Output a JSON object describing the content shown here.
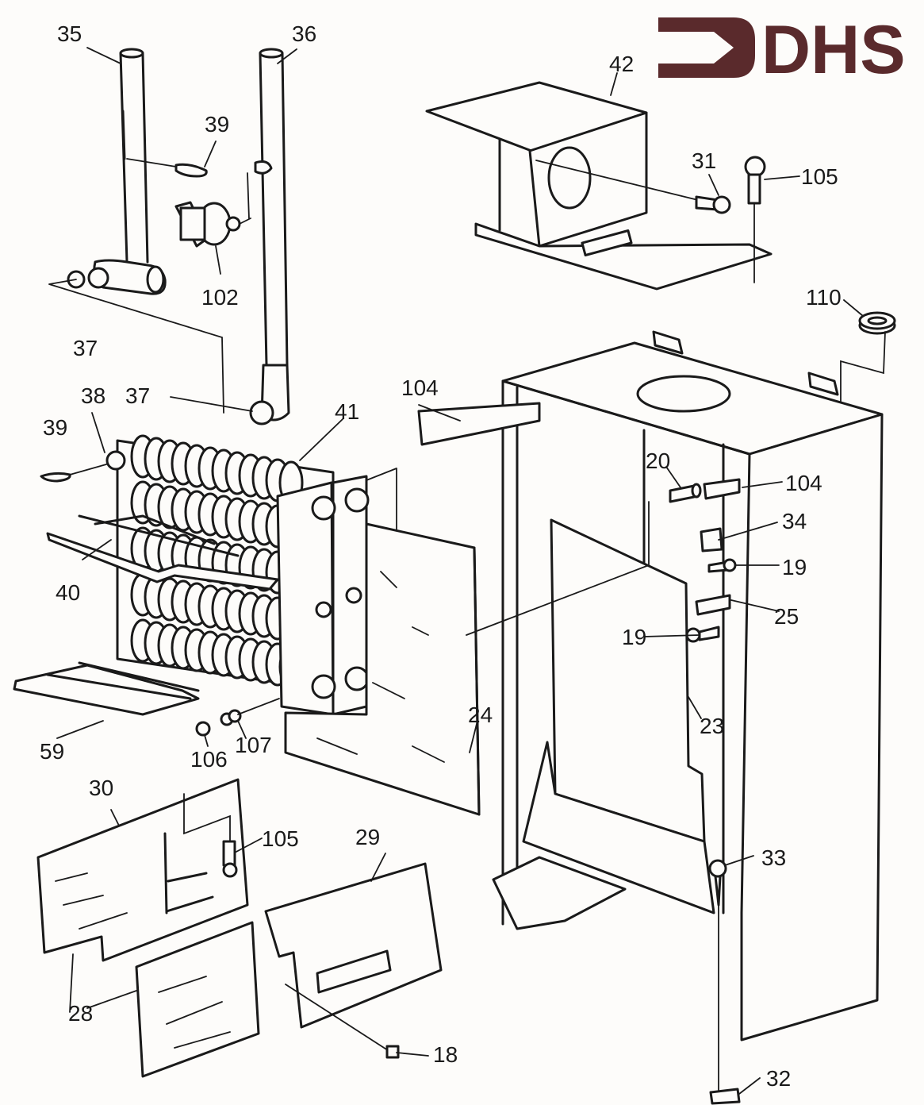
{
  "logo": {
    "text": "DHS",
    "color": "#5a2a2c"
  },
  "colors": {
    "line": "#1a1a1a",
    "paper": "#fdfcfa"
  },
  "part_labels": [
    {
      "id": "lbl-35",
      "text": "35"
    },
    {
      "id": "lbl-36",
      "text": "36"
    },
    {
      "id": "lbl-39a",
      "text": "39"
    },
    {
      "id": "lbl-102",
      "text": "102"
    },
    {
      "id": "lbl-37",
      "text": "37"
    },
    {
      "id": "lbl-38",
      "text": "38"
    },
    {
      "id": "lbl-37b",
      "text": "37"
    },
    {
      "id": "lbl-39b",
      "text": "39"
    },
    {
      "id": "lbl-41",
      "text": "41"
    },
    {
      "id": "lbl-40",
      "text": "40"
    },
    {
      "id": "lbl-59",
      "text": "59"
    },
    {
      "id": "lbl-106",
      "text": "106"
    },
    {
      "id": "lbl-107",
      "text": "107"
    },
    {
      "id": "lbl-24",
      "text": "24"
    },
    {
      "id": "lbl-30",
      "text": "30"
    },
    {
      "id": "lbl-105b",
      "text": "105"
    },
    {
      "id": "lbl-28",
      "text": "28"
    },
    {
      "id": "lbl-29",
      "text": "29"
    },
    {
      "id": "lbl-18",
      "text": "18"
    },
    {
      "id": "lbl-42",
      "text": "42"
    },
    {
      "id": "lbl-31",
      "text": "31"
    },
    {
      "id": "lbl-105a",
      "text": "105"
    },
    {
      "id": "lbl-110",
      "text": "110"
    },
    {
      "id": "lbl-104a",
      "text": "104"
    },
    {
      "id": "lbl-20",
      "text": "20"
    },
    {
      "id": "lbl-104b",
      "text": "104"
    },
    {
      "id": "lbl-34",
      "text": "34"
    },
    {
      "id": "lbl-19a",
      "text": "19"
    },
    {
      "id": "lbl-25",
      "text": "25"
    },
    {
      "id": "lbl-19b",
      "text": "19"
    },
    {
      "id": "lbl-23",
      "text": "23"
    },
    {
      "id": "lbl-33",
      "text": "33"
    },
    {
      "id": "lbl-32",
      "text": "32"
    }
  ]
}
